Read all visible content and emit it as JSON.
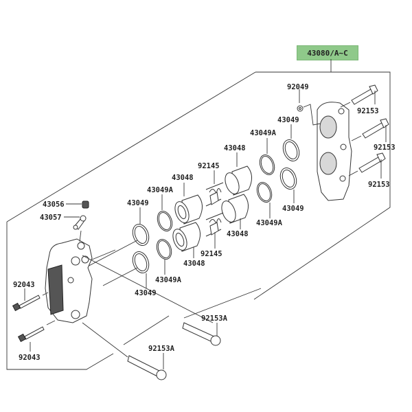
{
  "diagram": {
    "assembly_label": "43080/A~C",
    "accent_color": "#8fc98a",
    "parts": [
      {
        "id": "92049",
        "label": "92049",
        "name": "washer"
      },
      {
        "id": "92153-top",
        "label": "92153",
        "name": "bolt"
      },
      {
        "id": "92153-mid",
        "label": "92153",
        "name": "bolt"
      },
      {
        "id": "92153-low",
        "label": "92153",
        "name": "bolt"
      },
      {
        "id": "43049-r-top",
        "label": "43049",
        "name": "piston-seal"
      },
      {
        "id": "43049A-r-top",
        "label": "43049A",
        "name": "dust-seal"
      },
      {
        "id": "43048-r-top",
        "label": "43048",
        "name": "piston"
      },
      {
        "id": "92145-top",
        "label": "92145",
        "name": "pad-spring"
      },
      {
        "id": "43048-l-top",
        "label": "43048",
        "name": "piston"
      },
      {
        "id": "43049A-l-top",
        "label": "43049A",
        "name": "dust-seal"
      },
      {
        "id": "43049-l-top",
        "label": "43049",
        "name": "piston-seal"
      },
      {
        "id": "43049-r-low",
        "label": "43049",
        "name": "piston-seal"
      },
      {
        "id": "43049A-r-low",
        "label": "43049A",
        "name": "dust-seal"
      },
      {
        "id": "43048-r-low",
        "label": "43048",
        "name": "piston"
      },
      {
        "id": "92145-low",
        "label": "92145",
        "name": "pad-spring"
      },
      {
        "id": "43048-l-low",
        "label": "43048",
        "name": "piston"
      },
      {
        "id": "43049A-l-low",
        "label": "43049A",
        "name": "dust-seal"
      },
      {
        "id": "43049-l-low",
        "label": "43049",
        "name": "piston-seal"
      },
      {
        "id": "43056",
        "label": "43056",
        "name": "bleed-cap"
      },
      {
        "id": "43057",
        "label": "43057",
        "name": "bleed-valve"
      },
      {
        "id": "92043-top",
        "label": "92043",
        "name": "pin"
      },
      {
        "id": "92043-low",
        "label": "92043",
        "name": "pin"
      },
      {
        "id": "92153A-right",
        "label": "92153A",
        "name": "mount-bolt"
      },
      {
        "id": "92153A-left",
        "label": "92153A",
        "name": "mount-bolt"
      }
    ]
  }
}
